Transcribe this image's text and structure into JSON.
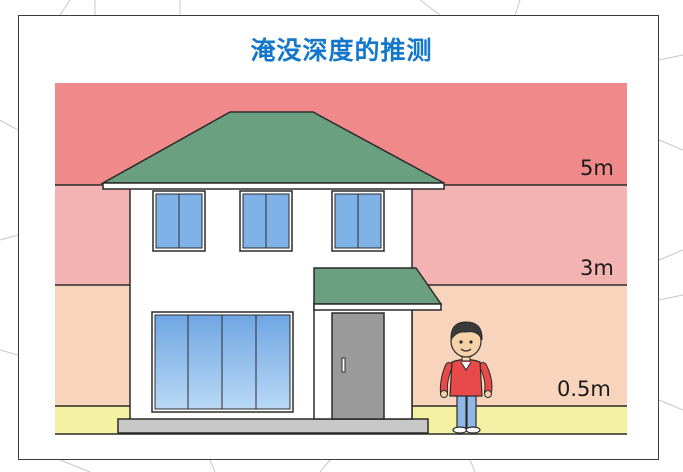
{
  "title": "淹没深度的推测",
  "levels": [
    {
      "label": "5m"
    },
    {
      "label": "3m"
    },
    {
      "label": "0.5m"
    }
  ],
  "colors": {
    "title": "#1477c9",
    "zone_top": "#f08a8a",
    "zone_upper": "#f4b3b3",
    "zone_lower": "#f8d4bd",
    "zone_ground": "#f4f1a3",
    "roof": "#6a9f80",
    "window": "#7fb3e8",
    "door": "#9a9a9a",
    "shirt": "#e84a4a",
    "pants": "#8fb8e8"
  }
}
